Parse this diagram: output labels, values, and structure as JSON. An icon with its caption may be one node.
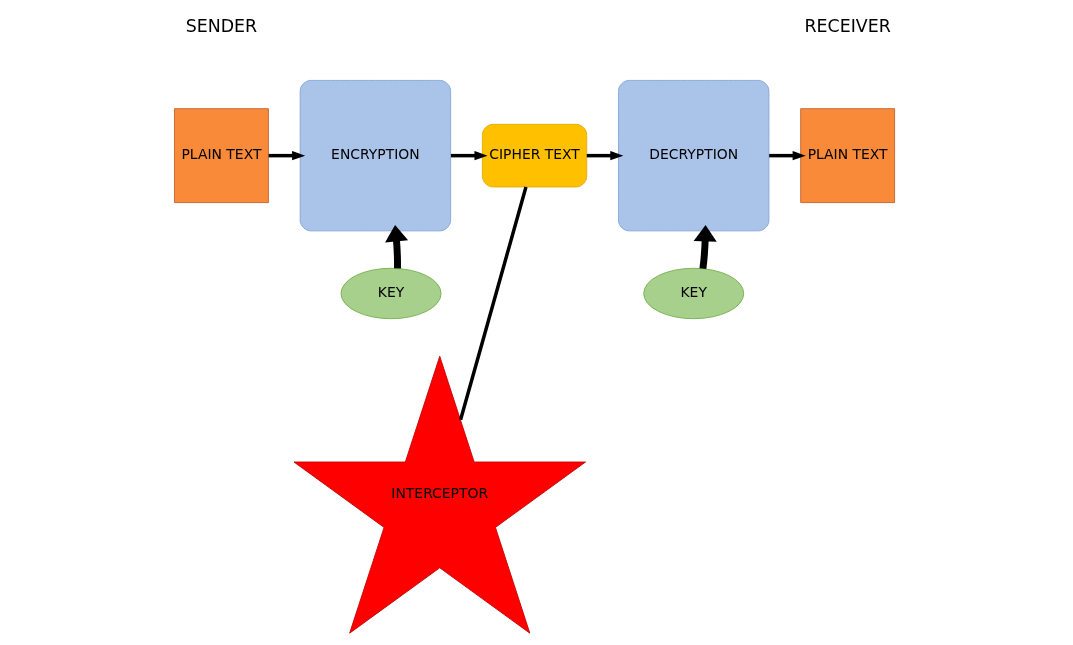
{
  "diagram": {
    "nodes": [
      {
        "text": [
          "PLAIN TEXT"
        ]
      },
      {
        "text": [
          "ENCRYPTION"
        ]
      },
      {
        "text": [
          "CIPHER TEXT"
        ]
      },
      {
        "text": [
          "DECRYPTION"
        ]
      },
      {
        "text": [
          "PLAIN TEXT"
        ]
      },
      {
        "text": [
          "KEY"
        ]
      },
      {
        "text": [
          "KEY"
        ]
      },
      {
        "text": [
          "INTERCEPTOR"
        ]
      }
    ],
    "edges": [
      {
        "from": 0,
        "to": 1,
        "arrow": "to"
      },
      {
        "from": 1,
        "to": 2,
        "arrow": "to"
      },
      {
        "from": 2,
        "to": 3,
        "arrow": "to"
      },
      {
        "from": 3,
        "to": 4,
        "arrow": "to"
      },
      {
        "from": 5,
        "to": 1,
        "arrow": "to",
        "style": "thick"
      },
      {
        "from": 6,
        "to": 3,
        "arrow": "to",
        "style": "thick"
      },
      {
        "from": 2,
        "to": 7,
        "arrow": "none"
      }
    ],
    "labels": [
      "SENDER",
      "RECEIVER"
    ]
  }
}
